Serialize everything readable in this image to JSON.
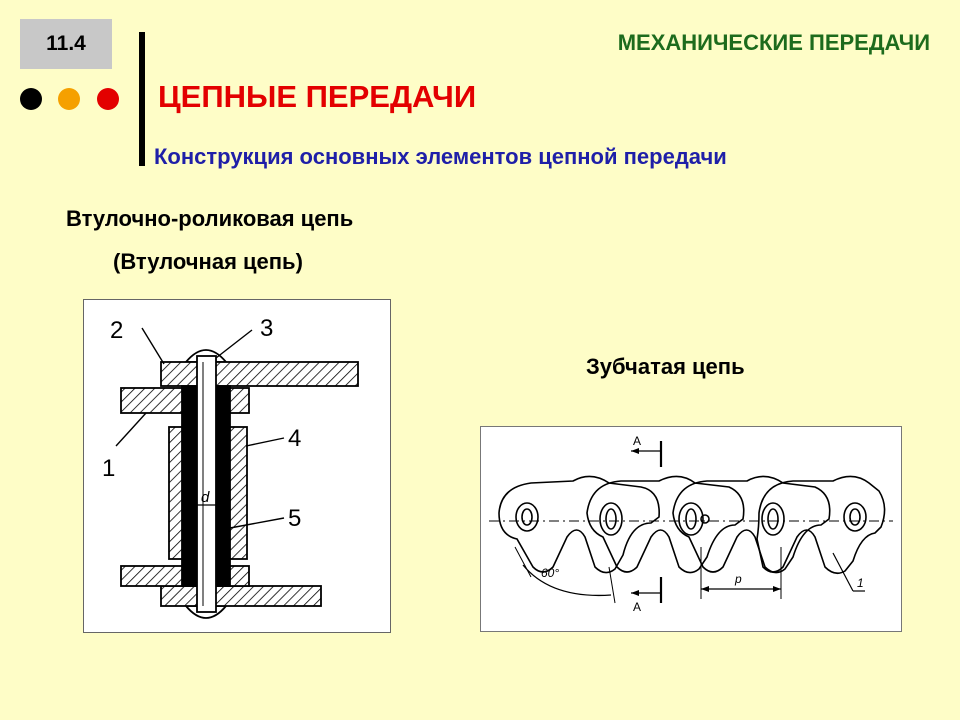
{
  "slide": {
    "number": "11.4",
    "header": "МЕХАНИЧЕСКИЕ ПЕРЕДАЧИ",
    "title": "ЦЕПНЫЕ ПЕРЕДАЧИ",
    "subtitle": "Конструкция основных элементов цепной передачи",
    "dot_colors": [
      "#000000",
      "#f5a000",
      "#e30000"
    ]
  },
  "figure_left": {
    "caption_line1": "Втулочно-роликовая цепь",
    "caption_line2": "(Втулочная цепь)",
    "labels": {
      "n1": "1",
      "n2": "2",
      "n3": "3",
      "n4": "4",
      "n5": "5",
      "d": "d"
    }
  },
  "figure_right": {
    "caption": "Зубчатая цепь",
    "labels": {
      "a_top": "A",
      "a_bottom": "A",
      "angle": "60°",
      "pitch": "p",
      "part": "1"
    }
  }
}
